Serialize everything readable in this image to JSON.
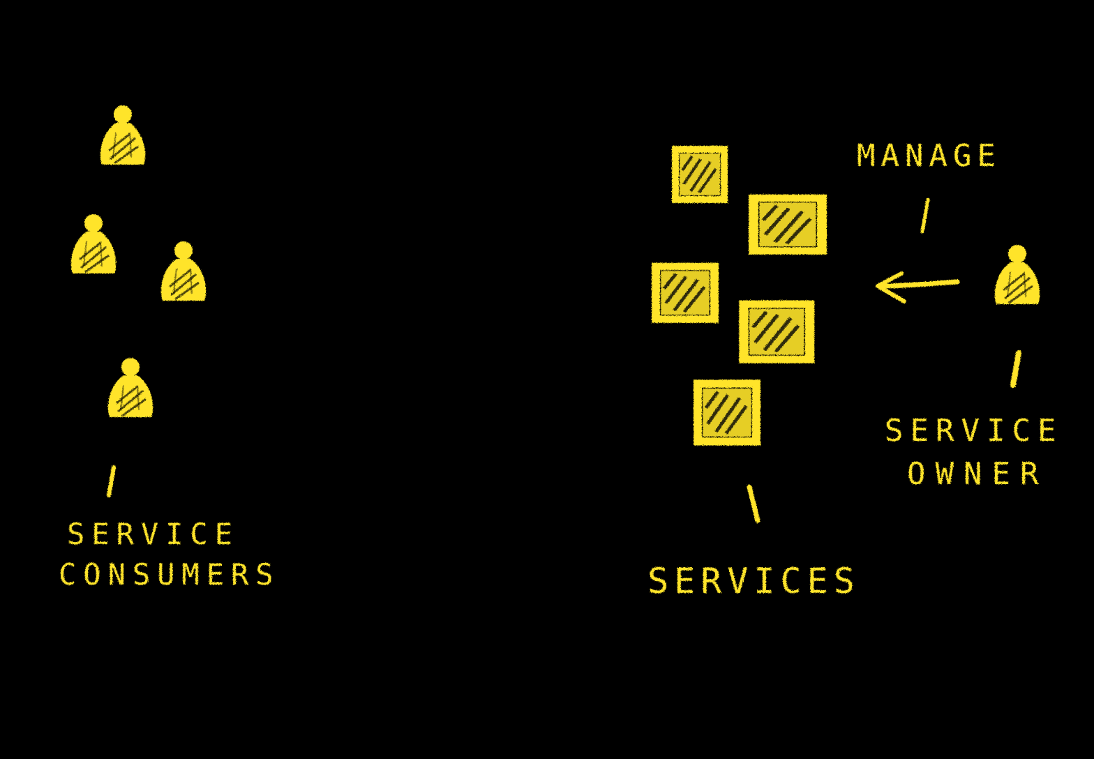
{
  "colors": {
    "background": "#000000",
    "chalk": "#ffe42a"
  },
  "labels": {
    "consumers_line1": "SERVICE",
    "consumers_line2": "CONSUMERS",
    "services": "SERVICES",
    "manage": "MANAGE",
    "owner_line1": "SERVICE",
    "owner_line2": "OWNER"
  },
  "icons": {
    "person": "person-icon",
    "service": "service-box-icon",
    "arrow": "arrow-left-icon"
  }
}
